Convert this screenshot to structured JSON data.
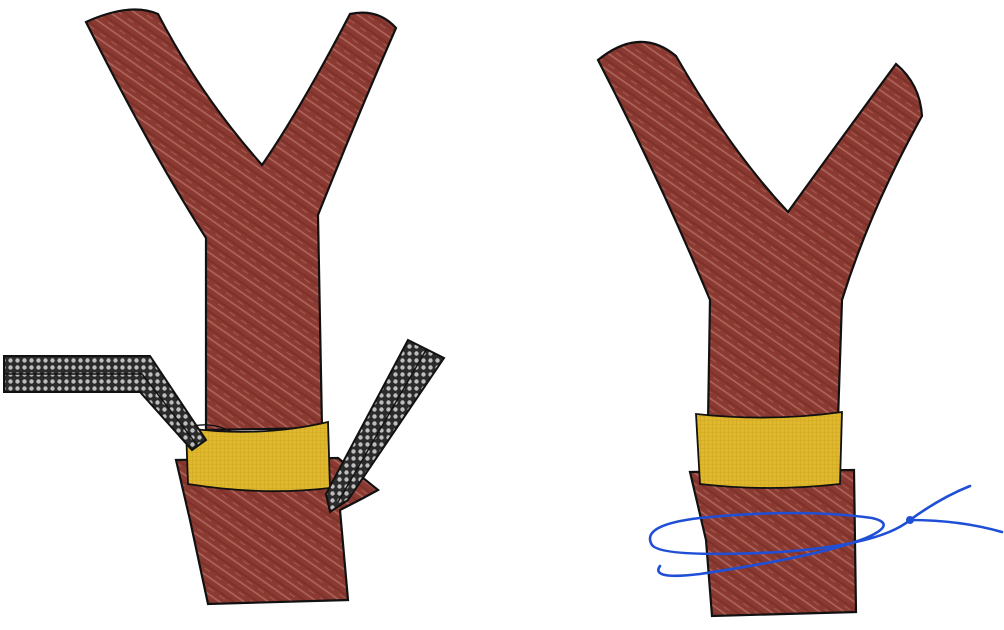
{
  "panels": [
    {
      "id": "left",
      "elements": [
        "bifurcated-vessel",
        "yellow-graft-cuff",
        "lower-vessel-segment",
        "forceps-left-instrument",
        "forceps-right-instrument"
      ]
    },
    {
      "id": "right",
      "elements": [
        "bifurcated-vessel",
        "yellow-graft-cuff",
        "lower-vessel-segment",
        "suture-loop"
      ]
    }
  ],
  "colors": {
    "vessel": "#8b3a32",
    "vessel_dark": "#6e2a24",
    "vessel_highlight": "#c98a80",
    "cuff": "#e0b82c",
    "cuff_dark": "#b08a18",
    "instrument": "#2b2b2b",
    "instrument_light": "#bdbdbd",
    "suture": "#1f4fd6",
    "outline": "#111111",
    "background": "#ffffff"
  }
}
